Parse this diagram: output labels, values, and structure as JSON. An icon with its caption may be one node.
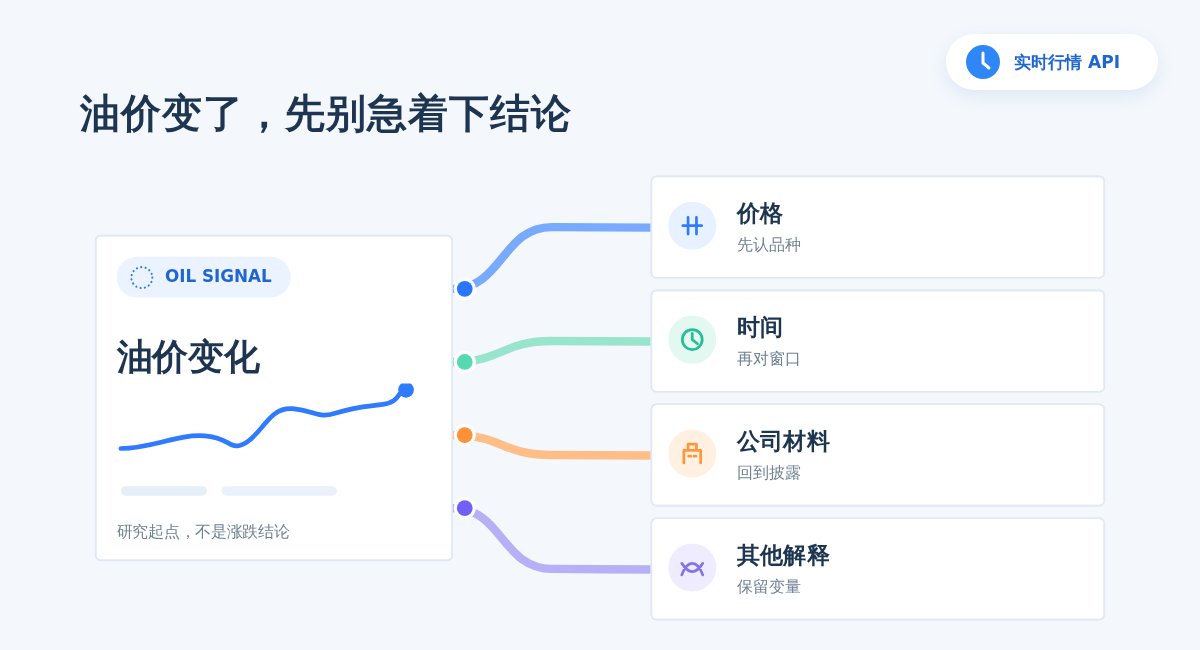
{
  "diagram": {
    "title": "油价变了，先别急着下结论",
    "nodes": [
      {
        "text": [
          "OIL SIGNAL",
          "油价变化",
          "研究起点，不是涨跌结论"
        ]
      },
      {
        "text": [
          "价格",
          "先认品种"
        ]
      },
      {
        "text": [
          "时间",
          "再对窗口"
        ]
      },
      {
        "text": [
          "公司材料",
          "回到披露"
        ]
      },
      {
        "text": [
          "其他解释",
          "保留变量"
        ]
      }
    ],
    "edges": [
      {
        "from": 0,
        "to": 1,
        "arrow": "other",
        "color": "#78aaff"
      },
      {
        "from": 0,
        "to": 2,
        "arrow": "other",
        "color": "#98e4cd"
      },
      {
        "from": 0,
        "to": 3,
        "arrow": "other",
        "color": "#ffbd88"
      },
      {
        "from": 0,
        "to": 4,
        "arrow": "other",
        "color": "#b8b0f7"
      }
    ],
    "labels": [
      "实时行情 API"
    ]
  }
}
